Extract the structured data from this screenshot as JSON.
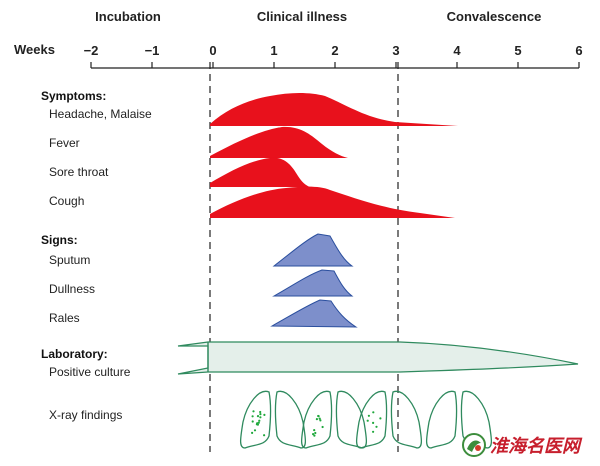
{
  "phases": {
    "incubation": "Incubation",
    "clinical": "Clinical illness",
    "convalescence": "Convalescence"
  },
  "axis": {
    "label": "Weeks",
    "ticks": [
      "-2",
      "-1",
      "0",
      "1",
      "2",
      "3",
      "4",
      "5",
      "6"
    ]
  },
  "sections": {
    "symptoms": "Symptoms:",
    "signs": "Signs:",
    "laboratory": "Laboratory:"
  },
  "rows": {
    "headache": "Headache, Malaise",
    "fever": "Fever",
    "sore_throat": "Sore throat",
    "cough": "Cough",
    "sputum": "Sputum",
    "dullness": "Dullness",
    "rales": "Rales",
    "positive_culture": "Positive culture",
    "xray": "X-ray findings"
  },
  "watermark": "淮海名医网",
  "colors": {
    "symptom": "#e8111c",
    "sign": "#7d8fcb",
    "sign_stroke": "#2b4f9e",
    "culture_fill": "#e4efea",
    "culture_stroke": "#2f8a5e",
    "lung": "#2f8a5e",
    "dots": "#1fa83c"
  }
}
